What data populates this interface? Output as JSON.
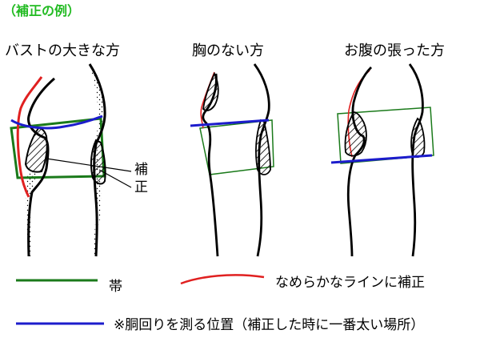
{
  "title": "（補正の例）",
  "panels": [
    {
      "label": "バストの大きな方"
    },
    {
      "label": "胸のない方"
    },
    {
      "label": "お腹の張った方"
    }
  ],
  "annotation": {
    "line1": "補",
    "line2": "正"
  },
  "legend": {
    "belt": "帯",
    "smooth_line": "なめらかなラインに補正",
    "measure_line": "※胴回りを測る位置（補正した時に一番太い場所）"
  },
  "colors": {
    "title": "#22bb22",
    "belt": "#1a7a1a",
    "smooth_line": "#e02020",
    "measure_line": "#1c1ccc",
    "outline": "#000000"
  }
}
